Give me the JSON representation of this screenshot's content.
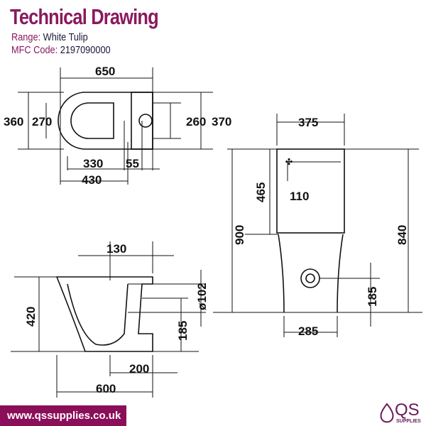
{
  "header": {
    "title": "Technical Drawing",
    "range_label": "Range:",
    "range_value": "White Tulip",
    "code_label": "MFC Code:",
    "code_value": "2197090000"
  },
  "top_view": {
    "d650": "650",
    "d360": "360",
    "d270": "270",
    "d260": "260",
    "d370": "370",
    "d330": "330",
    "d55": "55",
    "d430": "430"
  },
  "front_view": {
    "d375": "375",
    "d465": "465",
    "d110": "110",
    "d900": "900",
    "d840": "840",
    "d185": "185",
    "d285": "285"
  },
  "side_view": {
    "d130": "130",
    "d420": "420",
    "d102": "ø102",
    "d185": "185",
    "d200": "200",
    "d600": "600"
  },
  "footer": {
    "url": "www.qssupplies.co.uk",
    "logo_text": "QS",
    "logo_sub": "SUPPLIES",
    "accent": "#8a0e58"
  }
}
